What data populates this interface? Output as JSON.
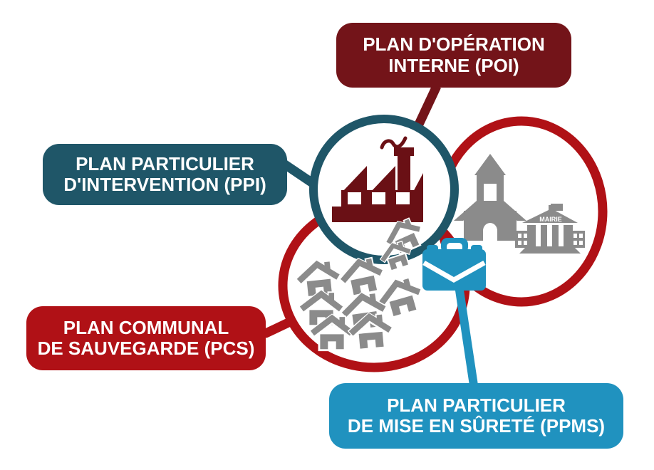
{
  "page": {
    "background": "#FFFFFF",
    "description": "Diagram of French emergency response plans linking POI, PPI, PCS and PPMS to an industrial site, a commune and public buildings"
  },
  "boxes": {
    "poi": {
      "text": [
        "PLAN D'OPÉRATION",
        "INTERNE (POI)"
      ],
      "color": "#731419"
    },
    "ppi": {
      "text": [
        "PLAN PARTICULIER",
        "D'INTERVENTION (PPI)"
      ],
      "color": "#1F5668"
    },
    "pcs": {
      "text": [
        "PLAN COMMUNAL",
        "DE SAUVEGARDE (PCS)"
      ],
      "color": "#B01116"
    },
    "ppms": {
      "text": [
        "PLAN PARTICULIER",
        "DE MISE EN SÛRETÉ (PPMS)"
      ],
      "color": "#2092BF"
    }
  },
  "icons": {
    "factory": {
      "name": "factory-icon",
      "color": "#6A1015"
    },
    "church": {
      "name": "church-icon",
      "color": "#8B8B8B"
    },
    "town_hall": {
      "name": "town-hall-icon",
      "color": "#8B8B8B",
      "label": "MAIRIE"
    },
    "houses": {
      "name": "house-icon",
      "color": "#8B8B8B",
      "count": 9
    },
    "briefcase": {
      "name": "briefcase-icon",
      "color": "#2092BF"
    }
  },
  "circles": {
    "industrial_site": {
      "stroke": "#1F5668"
    },
    "commune": {
      "stroke": "#B01116"
    },
    "public_buildings": {
      "stroke": "#B01116"
    }
  }
}
